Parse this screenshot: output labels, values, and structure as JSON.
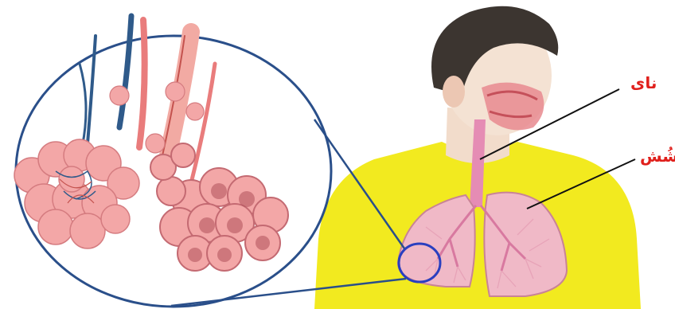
{
  "labels": {
    "trachea": "نای",
    "lung": "شُش"
  },
  "colors": {
    "label_red": "#e0201c",
    "shirt_yellow": "#f2ea1f",
    "lung_pink": "#f0b9c7",
    "alveoli_pink": "#f3a7a7",
    "vessel_blue": "#2f5a8a",
    "circle_blue": "#2a3fbf",
    "hair_dark": "#3c3530",
    "skin": "#f3dfcf"
  },
  "icons": [
    "human-torso-illustration",
    "lungs-illustration",
    "alveoli-magnified-illustration"
  ]
}
